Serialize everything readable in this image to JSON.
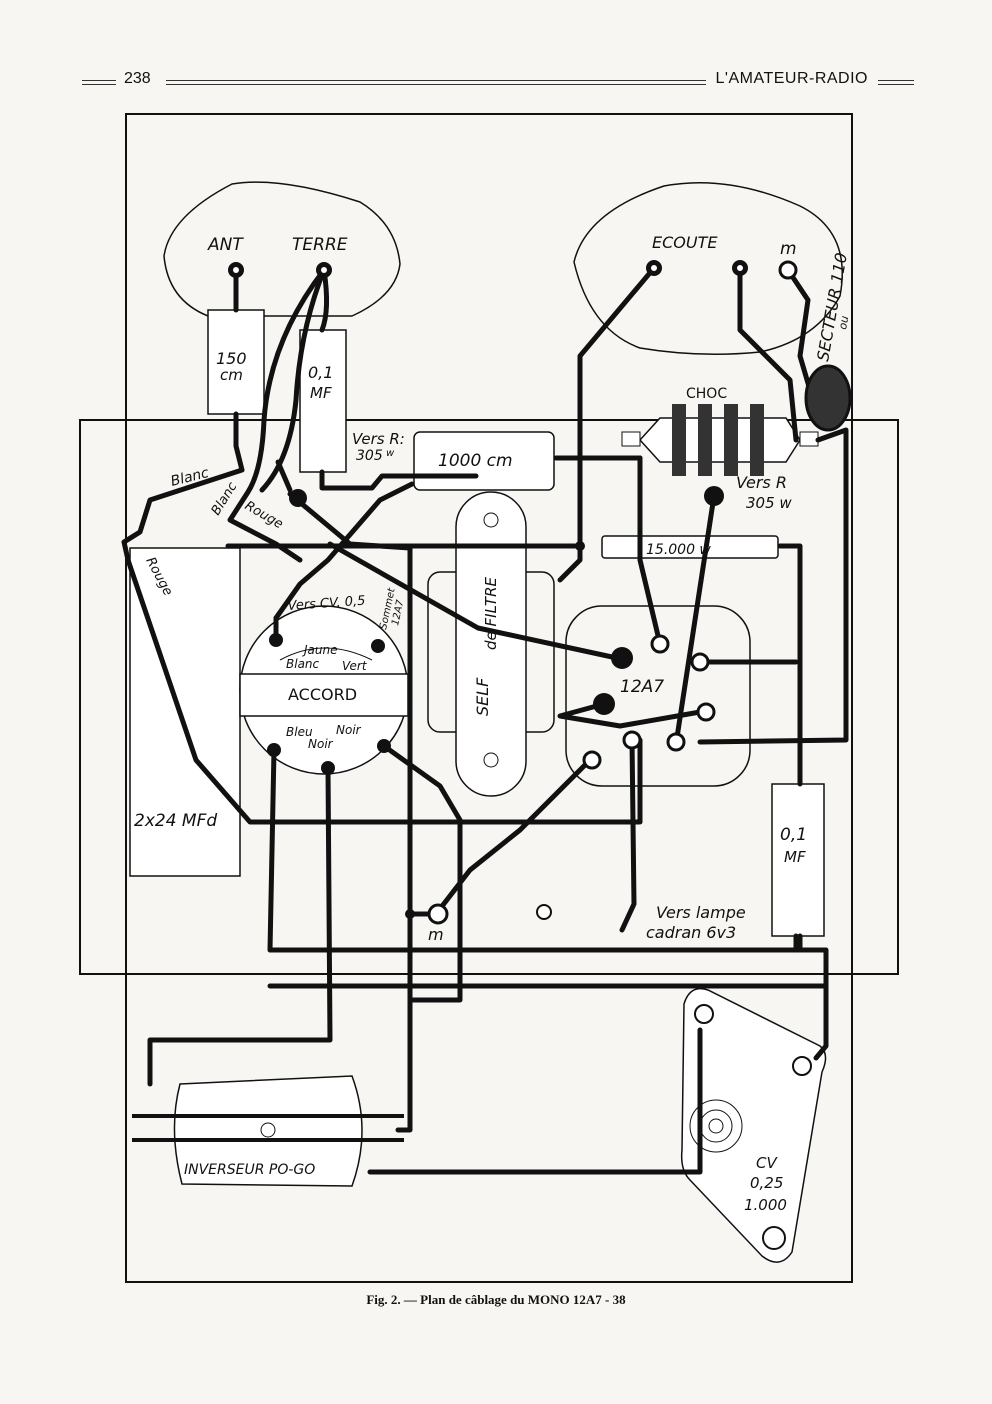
{
  "header": {
    "page_number": "238",
    "journal": "L'AMATEUR-RADIO"
  },
  "labels": {
    "ant": "ANT",
    "terre": "TERRE",
    "ecoute": "ECOUTE",
    "m": "m",
    "secteur": "SECTEUR 110",
    "ou": "ou",
    "cap_150_a": "150",
    "cap_150_b": "cm",
    "cap_01_a": "0,1",
    "cap_01_b": "MF",
    "choc": "CHOC",
    "vers_r_1a": "Vers R:",
    "vers_r_1b": "305",
    "vers_r_1c": "w",
    "res_1000": "1000 cm",
    "vers_r_2a": "Vers R",
    "vers_r_2b": "305 w",
    "blanc_1": "Blanc",
    "blanc_2": "Blanc",
    "rouge_1": "Rouge",
    "rouge_2": "Rouge",
    "res_15000": "15.000 w",
    "vers_cv": "Vers CV. 0,5",
    "sommet": "Sommet",
    "sommet_lampe": "12A7",
    "jaune": "Jaune",
    "blanc_3": "Blanc",
    "vert": "Vert",
    "accord": "ACCORD",
    "bleu": "Bleu",
    "noir_1": "Noir",
    "noir_2": "Noir",
    "self_a": "SELF",
    "self_b": "de FILTRE",
    "lamp": "12A7",
    "electro": "2x24 MFd",
    "cap_01_c": "0,1",
    "cap_01_d": "MF",
    "vers_lampe_a": "Vers lampe",
    "vers_lampe_b": "cadran 6v3",
    "m_2": "m",
    "inverseur": "INVERSEUR PO-GO",
    "cv_a": "CV",
    "cv_b": "0,25",
    "cv_c": "1.000"
  },
  "caption": "Fig. 2. — Plan de câblage du MONO 12A7 - 38"
}
